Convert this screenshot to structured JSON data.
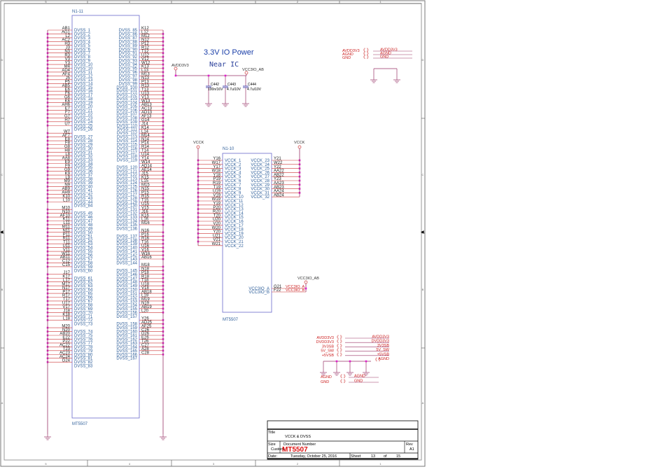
{
  "border": {
    "columns": [
      "5",
      "4",
      "3",
      "2",
      "1"
    ],
    "rows": [
      "D",
      "C",
      "B",
      "A"
    ]
  },
  "symbol_dvss": {
    "ref": "N1-11",
    "part": "MT5507",
    "left_pins": [
      [
        "AB1",
        "DVSS_1"
      ],
      [
        "AG1",
        "DVSS_2"
      ],
      [
        "L2",
        "DVSS_3"
      ],
      [
        "AC2",
        "DVSS_4"
      ],
      [
        "H3",
        "DVSS_5"
      ],
      [
        "J3",
        "DVSS_6"
      ],
      [
        "N3",
        "DVSS_7"
      ],
      [
        "R3",
        "DVSS_8"
      ],
      [
        "V3",
        "DVSS_9"
      ],
      [
        "Y3",
        "DVSS_10"
      ],
      [
        "M4",
        "DVSS_10"
      ],
      [
        "AD4",
        "DVSS_11"
      ],
      [
        "AF4",
        "DVSS_12"
      ],
      [
        "J5",
        "DVSS_13"
      ],
      [
        "P5",
        "DVSS_14"
      ],
      [
        "AB5",
        "DVSS_15"
      ],
      [
        "E6",
        "DVSS_16"
      ],
      [
        "F6",
        "DVSS_17"
      ],
      [
        "G6",
        "DVSS_18"
      ],
      [
        "K6",
        "DVSS_19"
      ],
      [
        "AH6",
        "DVSS_20"
      ],
      [
        "E7",
        "DVSS_21"
      ],
      [
        "F7",
        "DVSS_22"
      ],
      [
        "G7",
        "DVSS_23"
      ],
      [
        "H7",
        "DVSS_24"
      ],
      [
        "U7",
        "DVSS_25"
      ],
      [
        "",
        "DVSS_26"
      ],
      [
        "W7",
        ""
      ],
      [
        "AF7",
        "DVSS_27"
      ],
      [
        "E8",
        "DVSS_28"
      ],
      [
        "F8",
        "DVSS_29"
      ],
      [
        "G8",
        "DVSS_30"
      ],
      [
        "H8",
        "DVSS_31"
      ],
      [
        "L8",
        "DVSS_32"
      ],
      [
        "AA8",
        "DVSS_33"
      ],
      [
        "E9",
        "DVSS_34"
      ],
      [
        "F9",
        "DVSS_35"
      ],
      [
        "G9",
        "DVSS_36"
      ],
      [
        "K9",
        "DVSS_37"
      ],
      [
        "L9",
        "DVSS_38"
      ],
      [
        "M9",
        "DVSS_39"
      ],
      [
        "N9",
        "DVSS_40"
      ],
      [
        "AB9",
        "DVSS_41"
      ],
      [
        "AH9",
        "DVSS_42"
      ],
      [
        "K10",
        "DVSS_43"
      ],
      [
        "L10",
        "DVSS_44"
      ],
      [
        "",
        "DVSS_84"
      ],
      [
        "M10",
        ""
      ],
      [
        "N10",
        "DVSS_45"
      ],
      [
        "AF10",
        "DVSS_46"
      ],
      [
        "K11",
        "DVSS_47"
      ],
      [
        "L11",
        "DVSS_48"
      ],
      [
        "M11",
        "DVSS_49"
      ],
      [
        "N11",
        "DVSS_50"
      ],
      [
        "P11",
        "DVSS_51"
      ],
      [
        "R11",
        "DVSS_52"
      ],
      [
        "T11",
        "DVSS_53"
      ],
      [
        "U11",
        "DVSS_54"
      ],
      [
        "V11",
        "DVSS_55"
      ],
      [
        "W11",
        "DVSS_56"
      ],
      [
        "AB11",
        "DVSS_57"
      ],
      [
        "C12",
        "DVSS_58"
      ],
      [
        "C15",
        "DVSS_59"
      ],
      [
        "",
        "DVSS_60"
      ],
      [
        "J17",
        ""
      ],
      [
        "K17",
        "DVSS_61"
      ],
      [
        "L17",
        "DVSS_62"
      ],
      [
        "M17",
        "DVSS_63"
      ],
      [
        "N17",
        "DVSS_64"
      ],
      [
        "P17",
        "DVSS_65"
      ],
      [
        "R17",
        "DVSS_66"
      ],
      [
        "T17",
        "DVSS_67"
      ],
      [
        "U17",
        "DVSS_68"
      ],
      [
        "V17",
        "DVSS_69"
      ],
      [
        "J18",
        "DVSS_70"
      ],
      [
        "K18",
        "DVSS_71"
      ],
      [
        "L18",
        "DVSS_72"
      ],
      [
        "",
        "DVSS_73"
      ],
      [
        "M20",
        ""
      ],
      [
        "N20",
        "DVSS_74"
      ],
      [
        "AB20",
        "DVSS_75"
      ],
      [
        "E22",
        "DVSS_76"
      ],
      [
        "P22",
        "DVSS_77"
      ],
      [
        "AC22",
        "DVSS_78"
      ],
      [
        "T23",
        "DVSS_79"
      ],
      [
        "AC23",
        "DVSS_80"
      ],
      [
        "AC24",
        "DVSS_81"
      ],
      [
        "D24",
        "DVSS_82"
      ],
      [
        "",
        "DVSS_83"
      ]
    ],
    "right_pins": [
      [
        "DVSS_85",
        "K12"
      ],
      [
        "DVSS_86",
        "L12"
      ],
      [
        "DVSS_87",
        "M12"
      ],
      [
        "DVSS_88",
        "N12"
      ],
      [
        "DVSS_89",
        "P12"
      ],
      [
        "DVSS_90",
        "R12"
      ],
      [
        "DVSS_91",
        "T12"
      ],
      [
        "DVSS_92",
        "U12"
      ],
      [
        "DVSS_93",
        "V12"
      ],
      [
        "DVSS_94",
        "W12"
      ],
      [
        "DVSS_95",
        "K13"
      ],
      [
        "DVSS_96",
        "L13"
      ],
      [
        "DVSS_97",
        "M13"
      ],
      [
        "DVSS_98",
        "N13"
      ],
      [
        "DVSS_99",
        "P13"
      ],
      [
        "DVSS_100",
        "R13"
      ],
      [
        "DVSS_101",
        "T13"
      ],
      [
        "DVSS_102",
        "U13"
      ],
      [
        "DVSS_103",
        "V13"
      ],
      [
        "DVSS_104",
        "W13"
      ],
      [
        "DVSS_105",
        "AB13"
      ],
      [
        "DVSS_106",
        "AC13"
      ],
      [
        "DVSS_107",
        "AD13"
      ],
      [
        "DVSS_108",
        "AF13"
      ],
      [
        "DVSS_109",
        "G14"
      ],
      [
        "DVSS_110",
        "J14"
      ],
      [
        "DVSS_111",
        "K14"
      ],
      [
        "DVSS_112",
        "L14"
      ],
      [
        "DVSS_113",
        "M14"
      ],
      [
        "DVSS_114",
        "N14"
      ],
      [
        "DVSS_115",
        "P14"
      ],
      [
        "DVSS_116",
        "R14"
      ],
      [
        "DVSS_117",
        "T14"
      ],
      [
        "DVSS_118",
        "U14"
      ],
      [
        "DVSS_119",
        "Y14"
      ],
      [
        "",
        "W14"
      ],
      [
        "DVSS_120",
        "AD14"
      ],
      [
        "DVSS_121",
        "AE14"
      ],
      [
        "DVSS_122",
        "J15"
      ],
      [
        "DVSS_123",
        "K15"
      ],
      [
        "DVSS_124",
        "L15"
      ],
      [
        "DVSS_125",
        "M15"
      ],
      [
        "DVSS_126",
        "N15"
      ],
      [
        "DVSS_127",
        "P15"
      ],
      [
        "DVSS_128",
        "R15"
      ],
      [
        "DVSS_129",
        "T15"
      ],
      [
        "DVSS_130",
        "U15"
      ],
      [
        "DVSS_131",
        "V15"
      ],
      [
        "DVSS_132",
        "J16"
      ],
      [
        "DVSS_133",
        "K16"
      ],
      [
        "DVSS_134",
        "L16"
      ],
      [
        "DVSS_135",
        "M16"
      ],
      [
        "DVSS_136",
        ""
      ],
      [
        "",
        "N16"
      ],
      [
        "DVSS_137",
        "P16"
      ],
      [
        "DVSS_138",
        "R16"
      ],
      [
        "DVSS_139",
        "T16"
      ],
      [
        "DVSS_140",
        "U16"
      ],
      [
        "DVSS_141",
        "V16"
      ],
      [
        "DVSS_142",
        "W16"
      ],
      [
        "DVSS_143",
        "AB16"
      ],
      [
        "DVSS_144",
        ""
      ],
      [
        "",
        "M18"
      ],
      [
        "DVSS_145",
        "N18"
      ],
      [
        "DVSS_146",
        "P18"
      ],
      [
        "DVSS_147",
        "R18"
      ],
      [
        "DVSS_148",
        "T18"
      ],
      [
        "DVSS_149",
        "U18"
      ],
      [
        "DVSS_150",
        "V18"
      ],
      [
        "DVSS_151",
        "AB18"
      ],
      [
        "DVSS_152",
        "L19"
      ],
      [
        "DVSS_153",
        "M19"
      ],
      [
        "DVSS_154",
        "N19"
      ],
      [
        "DVSS_155",
        "AB19"
      ],
      [
        "DVSS_156",
        "L20"
      ],
      [
        "DVSS_157",
        ""
      ],
      [
        "",
        "Y26"
      ],
      [
        "DVSS_158",
        "AD25"
      ],
      [
        "DVSS_159",
        "AF25"
      ],
      [
        "DVSS_160",
        "C26"
      ],
      [
        "DVSS_161",
        "D26"
      ],
      [
        "DVSS_162",
        "E26"
      ],
      [
        "DVSS_163",
        "T26"
      ],
      [
        "DVSS_164",
        "C27"
      ],
      [
        "DVSS_165",
        "A28"
      ],
      [
        "DVSS_166",
        "C28"
      ],
      [
        "DVSS_167",
        ""
      ]
    ]
  },
  "io_power": {
    "title": "3.3V IO Power",
    "note": "Near IC",
    "source_net": "AVDD3V3",
    "dest_net": "VCC3IO_AB",
    "caps": [
      {
        "ref": "C442",
        "value": "100n/16V"
      },
      {
        "ref": "C443",
        "value": "4.7u/10V"
      },
      {
        "ref": "C444",
        "value": "4.7u/10V"
      }
    ]
  },
  "top_right_ports": {
    "left_labels": [
      "AVDD3V3",
      "AGND",
      "GND"
    ],
    "right_labels": [
      "AVDD3V3",
      "AGND",
      "GND"
    ]
  },
  "symbol_vcck": {
    "ref": "N1-10",
    "part": "MT5507",
    "left_net": "VCCK",
    "right_net": "VCCK",
    "left_pins": [
      [
        "Y16",
        "VCCK_1"
      ],
      [
        "W17",
        "VCCK_2"
      ],
      [
        "Y17",
        "VCCK_3"
      ],
      [
        "W18",
        "VCCK_4"
      ],
      [
        "Y18",
        "VCCK_5"
      ],
      [
        "P19",
        "VCCK_6"
      ],
      [
        "R19",
        "VCCK_7"
      ],
      [
        "T19",
        "VCCK_8"
      ],
      [
        "U19",
        "VCCK_9"
      ],
      [
        "V19",
        "VCCK_10"
      ],
      [
        "W19",
        "VCCK_11"
      ],
      [
        "Y19",
        "VCCK_12"
      ],
      [
        "P20",
        "VCCK_13"
      ],
      [
        "R20",
        "VCCK_14"
      ],
      [
        "T20",
        "VCCK_15"
      ],
      [
        "U20",
        "VCCK_16"
      ],
      [
        "V20",
        "VCCK_17"
      ],
      [
        "W20",
        "VCCK_18"
      ],
      [
        "Y20",
        "VCCK_19"
      ],
      [
        "U21",
        "VCCK_20"
      ],
      [
        "V21",
        "VCCK_21"
      ],
      [
        "W21",
        "VCCK_22"
      ]
    ],
    "right_pins": [
      [
        "VCCK_23",
        "Y21"
      ],
      [
        "VCCK_24",
        "W22"
      ],
      [
        "VCCK_25",
        "Y22"
      ],
      [
        "VCCK_26",
        "AA22"
      ],
      [
        "VCCK_27",
        "AB22"
      ],
      [
        "VCCK_28",
        "Y23"
      ],
      [
        "VCCK_29",
        "AA23"
      ],
      [
        "VCCK_30",
        "AB23"
      ],
      [
        "VCCK_31",
        "AA24"
      ],
      [
        "VCCK_32",
        "AB24"
      ]
    ],
    "io_pins": [
      [
        "VCC3IO_A",
        "G21",
        "VCC3IO_A"
      ],
      [
        "VCC3IO_B",
        "F22",
        "VCC3IO_B"
      ]
    ],
    "io_net": "VCC3IO_AB"
  },
  "bottom_ports": {
    "left_labels": [
      "AVDD3V3",
      "DVDD3V3",
      "3V3SB",
      "5V_SW",
      "+5VSB"
    ],
    "right_labels": [
      "AVDD3V3",
      "DVDD3V3",
      "3V3SB",
      "5V_SW",
      "+5VSB",
      "AGND"
    ],
    "ground_left": [
      "AGND",
      "GND"
    ],
    "ground_right": [
      "AGND",
      "GND"
    ]
  },
  "title_block": {
    "title_label": "Title",
    "title": "VCCK & DVSS",
    "size_label": "Size",
    "size": "Custom",
    "docnum_label": "Document Number",
    "docnum": "MT5507",
    "rev_label": "Rev",
    "rev": "A1",
    "date_label": "Date:",
    "date": "Tuesday, October 25, 2016",
    "sheet_label": "Sheet",
    "sheet": "13",
    "of_label": "of",
    "total": "15"
  }
}
